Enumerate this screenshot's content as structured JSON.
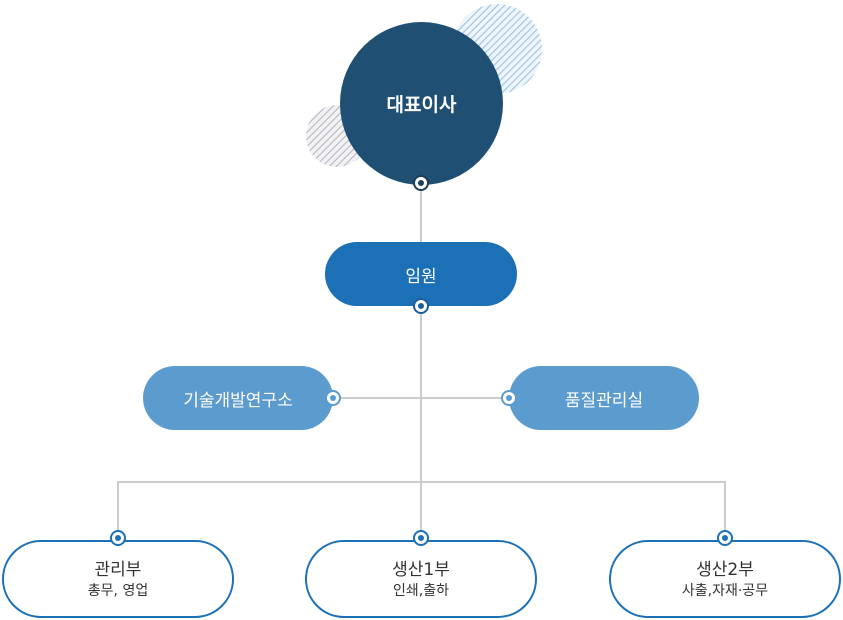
{
  "org": {
    "ceo": "대표이사",
    "executive": "임원",
    "rnd": "기술개발연구소",
    "quality": "품질관리실",
    "departments": [
      {
        "title": "관리부",
        "subtitle": "총무, 영업"
      },
      {
        "title": "생산1부",
        "subtitle": "인쇄,출하"
      },
      {
        "title": "생산2부",
        "subtitle": "사출,자재·공무"
      }
    ]
  },
  "colors": {
    "ceo": "#204f74",
    "executive": "#1c70b6",
    "middle": "#5c9bcd",
    "line": "#cccccc",
    "dept_border": "#1c70b6"
  }
}
